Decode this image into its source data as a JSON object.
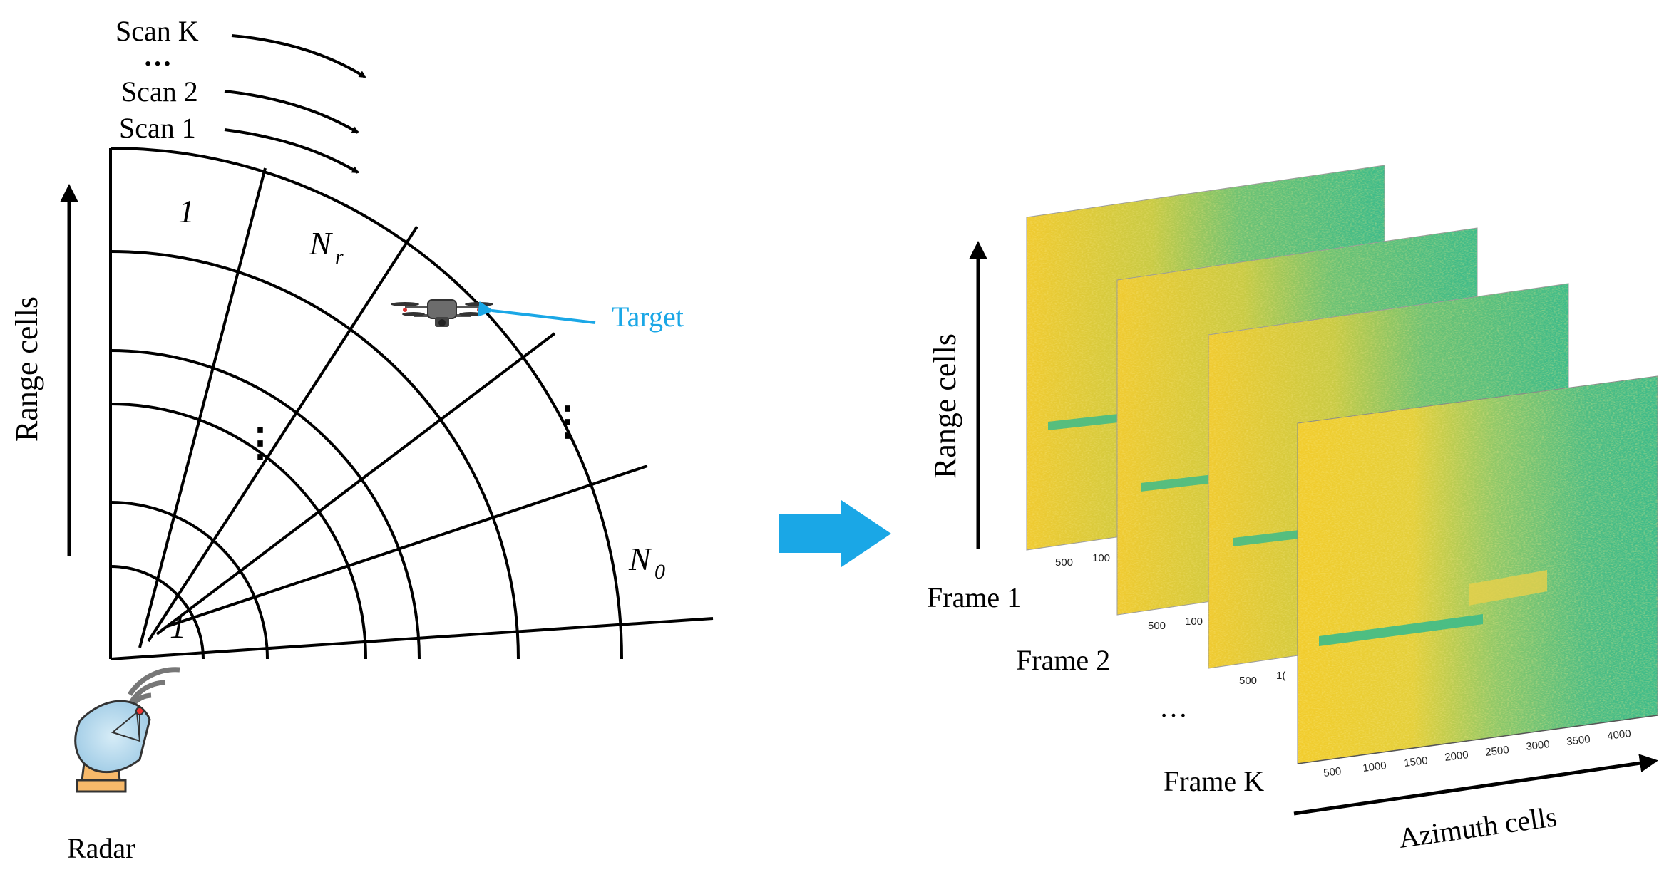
{
  "scans": [
    "Scan K",
    "…",
    "Scan 2",
    "Scan 1"
  ],
  "sector": {
    "label_top_first": "1",
    "label_nr_base": "N",
    "label_nr_sub": "r",
    "label_bottom_first": "1",
    "label_n0_base": "N",
    "label_n0_sub": "0",
    "ellipsis_1": "⋮",
    "ellipsis_2": "⋮"
  },
  "target_label": "Target",
  "radar_label": "Radar",
  "left_axis_label": "Range cells",
  "right_axis_label": "Range cells",
  "azimuth_label": "Azimuth cells",
  "frames": {
    "labels": [
      "Frame 1",
      "Frame 2",
      "…",
      "Frame K"
    ],
    "back_ticks": [
      "500",
      "100"
    ],
    "frame3_tick": "500",
    "frame3_tick2": "1(",
    "front_ticks": [
      "500",
      "1000",
      "1500",
      "2000",
      "2500",
      "3000",
      "3500",
      "4000"
    ]
  },
  "colors": {
    "arrow_blue": "#1aa7e6",
    "target_blue": "#1aa7e6",
    "heat_yellow": "#f2cc2c",
    "heat_green": "#3dbb8a"
  }
}
